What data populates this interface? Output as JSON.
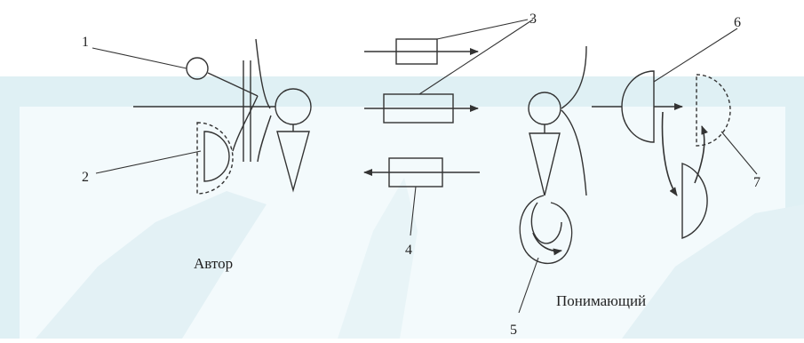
{
  "labels": {
    "n1": "1",
    "n2": "2",
    "n3": "3",
    "n4": "4",
    "n5": "5",
    "n6": "6",
    "n7": "7",
    "author": "Автор",
    "receiver": "Понимающий"
  },
  "colors": {
    "background_band": "#dff0f4",
    "background_shapes": "#e9f5f8",
    "line": "#333333"
  }
}
